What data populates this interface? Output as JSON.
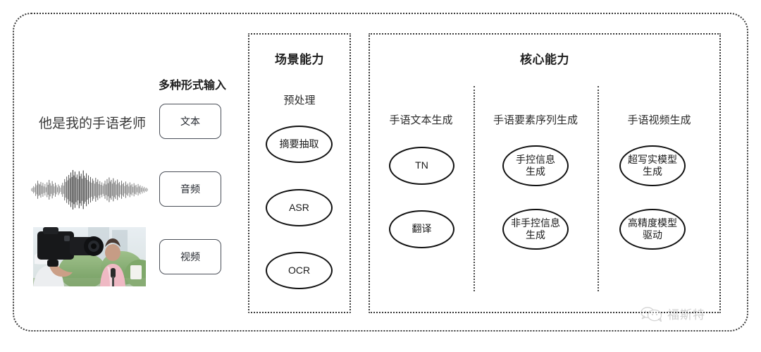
{
  "colors": {
    "ink": "#111111",
    "frame": "#3a3a3a",
    "text": "#262626",
    "muted": "#8f8f8f",
    "chip_border": "#4a4f58",
    "background": "#ffffff"
  },
  "input_section": {
    "heading": "多种形式输入",
    "sample_sentence": "他是我的手语老师",
    "chips": [
      {
        "label": "文本",
        "modality": "text"
      },
      {
        "label": "音频",
        "modality": "audio"
      },
      {
        "label": "视频",
        "modality": "video"
      }
    ],
    "waveform_icon": "audio-waveform-icon",
    "video_thumbnail_icon": "video-thumbnail-camera-reporter"
  },
  "scene_panel": {
    "title": "场景能力",
    "group_label": "预处理",
    "nodes": [
      {
        "label": "摘要抽取"
      },
      {
        "label": "ASR"
      },
      {
        "label": "OCR"
      }
    ]
  },
  "core_panel": {
    "title": "核心能力",
    "columns": [
      {
        "label": "手语文本生成",
        "nodes": [
          {
            "label": "TN"
          },
          {
            "label": "翻译"
          }
        ]
      },
      {
        "label": "手语要素序列生成",
        "nodes": [
          {
            "label": "手控信息\n生成"
          },
          {
            "label": "非手控信息\n生成"
          }
        ]
      },
      {
        "label": "手语视频生成",
        "nodes": [
          {
            "label": "超写实模型\n生成"
          },
          {
            "label": "高精度模型\n驱动"
          }
        ]
      }
    ]
  },
  "watermark": {
    "text": "福斯特",
    "icon": "wechat-bubbles-icon"
  }
}
